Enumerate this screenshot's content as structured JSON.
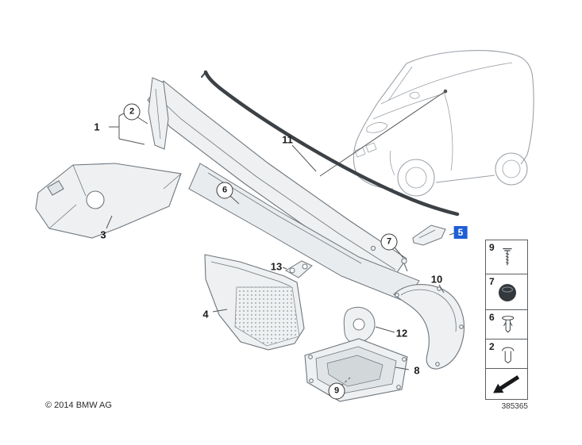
{
  "meta": {
    "copyright": "© 2014 BMW AG",
    "diagram_number": "385365"
  },
  "colors": {
    "highlight_blue": "#1e5ed6",
    "line_gray": "#6e767d",
    "seal_dark": "#3c4146",
    "part_fill": "#eef0f1"
  },
  "callouts": [
    {
      "label": "1",
      "style": "plain"
    },
    {
      "label": "2",
      "style": "circled"
    },
    {
      "label": "3",
      "style": "plain"
    },
    {
      "label": "4",
      "style": "plain"
    },
    {
      "label": "5",
      "style": "highlighted"
    },
    {
      "label": "6",
      "style": "circled"
    },
    {
      "label": "7",
      "style": "circled"
    },
    {
      "label": "8",
      "style": "plain"
    },
    {
      "label": "9",
      "style": "circled"
    },
    {
      "label": "10",
      "style": "plain"
    },
    {
      "label": "11",
      "style": "plain"
    },
    {
      "label": "12",
      "style": "plain"
    },
    {
      "label": "13",
      "style": "plain"
    }
  ],
  "legend": {
    "items": [
      {
        "label": "9",
        "icon": "screw-icon"
      },
      {
        "label": "7",
        "icon": "grommet-icon"
      },
      {
        "label": "6",
        "icon": "expanding-rivet-icon"
      },
      {
        "label": "2",
        "icon": "clip-icon"
      },
      {
        "label": "",
        "icon": "direction-arrow-icon"
      }
    ]
  }
}
